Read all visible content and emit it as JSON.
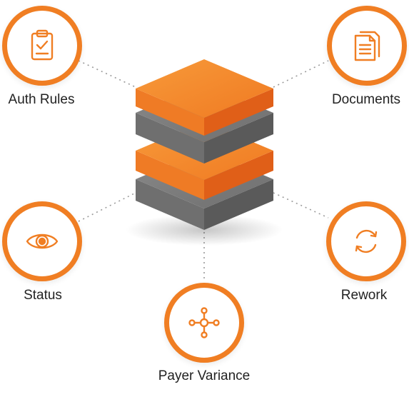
{
  "colors": {
    "accent": "#f07e23",
    "accent_dark": "#e05f18",
    "layer_gray": "#7a7a7a",
    "connector": "#9a9a9a"
  },
  "nodes": [
    {
      "label": "Auth Rules",
      "icon": "clipboard-check-icon"
    },
    {
      "label": "Documents",
      "icon": "documents-icon"
    },
    {
      "label": "Status",
      "icon": "eye-icon"
    },
    {
      "label": "Rework",
      "icon": "refresh-arrows-icon"
    },
    {
      "label": "Payer Variance",
      "icon": "network-hub-icon"
    }
  ]
}
